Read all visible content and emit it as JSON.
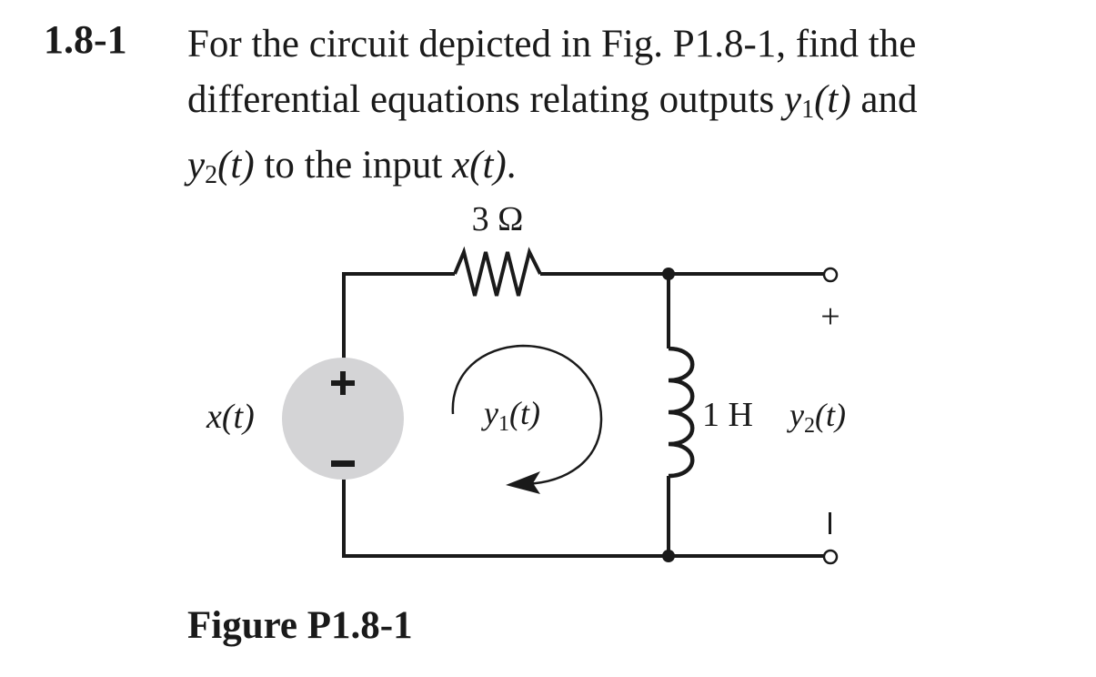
{
  "problem": {
    "number": "1.8-1",
    "line1": "For the circuit depicted in Fig. P1.8-1, find the",
    "line2_pre": "differential equations relating outputs ",
    "line2_var": "y",
    "line2_sub": "1",
    "line2_arg": "(t)",
    "line2_post": " and",
    "line3_var": "y",
    "line3_sub": "2",
    "line3_arg": "(t)",
    "line3_mid": " to the input ",
    "line3_input": "x(t)",
    "line3_end": "."
  },
  "circuit": {
    "resistor_label": "3 Ω",
    "source_label": "x(t)",
    "source_plus": "+",
    "source_minus": "–",
    "loop_var": "y",
    "loop_sub": "1",
    "loop_arg": "(t)",
    "inductor_label": "1 H",
    "output_var": "y",
    "output_sub": "2",
    "output_arg": "(t)",
    "output_plus": "+",
    "output_minus": "–",
    "source_fill": "#d4d4d6",
    "wire_color": "#1a1a1a"
  },
  "figure": {
    "caption": "Figure P1.8-1"
  }
}
